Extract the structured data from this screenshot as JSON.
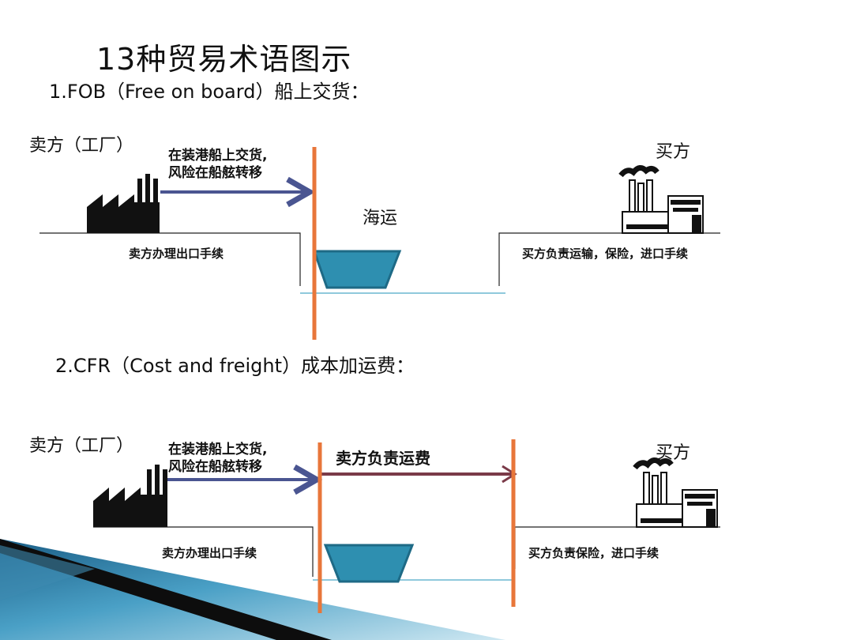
{
  "title": "13种贸易术语图示",
  "fob": {
    "heading": "1.FOB（Free on board）船上交货：",
    "seller_label": "卖方（工厂）",
    "buyer_label": "买方",
    "arrow_note_line1": "在装港船上交货,",
    "arrow_note_line2": "风险在船舷转移",
    "sea_label": "海运",
    "seller_duty": "卖方办理出口手续",
    "buyer_duty": "买方负责运输，保险，进口手续"
  },
  "cfr": {
    "heading": "2.CFR（Cost and freight）成本加运费：",
    "seller_label": "卖方（工厂）",
    "buyer_label": "买方",
    "arrow_note_line1": "在装港船上交货,",
    "arrow_note_line2": "风险在船舷转移",
    "freight_label": "卖方负责运费",
    "seller_duty": "卖方办理出口手续",
    "buyer_duty": "买方负责保险，进口手续"
  },
  "colors": {
    "risk_line": "#e8763a",
    "risk_arrow": "#4a5591",
    "freight_arrow": "#7a3a48",
    "ship": "#2e8fb0",
    "water": "#6ab7d0",
    "corner_blue": "#2a6f96"
  }
}
